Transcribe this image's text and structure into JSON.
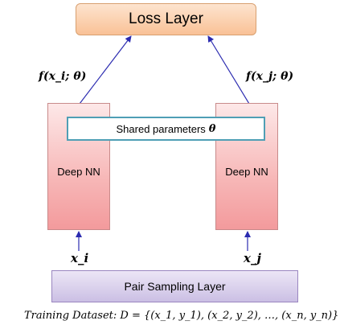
{
  "loss_layer": {
    "label": "Loss Layer"
  },
  "outputs": {
    "left": "f(x_i; θ)",
    "right": "f(x_j; θ)"
  },
  "shared_parameters": {
    "label": "Shared parameters",
    "symbol": "θ"
  },
  "networks": {
    "left": {
      "label": "Deep NN"
    },
    "right": {
      "label": "Deep NN"
    }
  },
  "inputs": {
    "left": "x_i",
    "right": "x_j"
  },
  "pair_sampling_layer": {
    "label": "Pair Sampling Layer"
  },
  "dataset": {
    "text": "Training Dataset: D = {(x_1, y_1), (x_2, y_2), …, (x_n, y_n)}"
  },
  "colors": {
    "arrow": "#2b2bb0",
    "loss_fill": "#f9c196",
    "nn_fill": "#f39a9c",
    "shared_border": "#4f9fb5",
    "sampling_fill": "#cbbfe4"
  }
}
